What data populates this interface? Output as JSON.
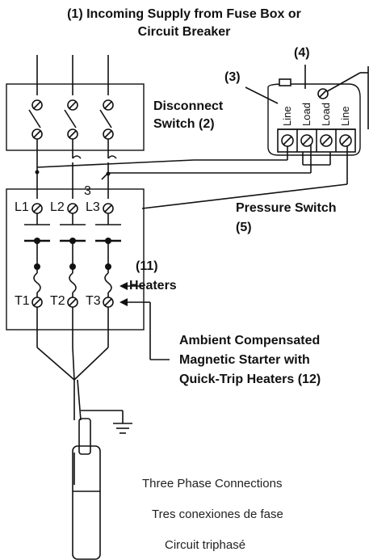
{
  "title": {
    "line1": "(1) Incoming Supply from Fuse Box or",
    "line2": "Circuit Breaker"
  },
  "disconnect": {
    "line1": "Disconnect",
    "line2": "Switch",
    "num": "(2)"
  },
  "pressure_switch": {
    "num_line": "(3)",
    "num_load": "(4)",
    "terminals": [
      "Line",
      "Load",
      "Load",
      "Line"
    ],
    "label": "Pressure Switch",
    "num": "(5)"
  },
  "starter_terminals": {
    "top": [
      "L1",
      "L2",
      "L3"
    ],
    "bottom": [
      "T1",
      "T2",
      "T3"
    ],
    "wire_mark": "3"
  },
  "heaters": {
    "num": "(11)",
    "label": "Heaters"
  },
  "starter_label": {
    "line1": "Ambient Compensated",
    "line2": "Magnetic Starter with",
    "line3": "Quick-Trip Heaters (12)"
  },
  "captions": [
    "Three Phase Connections",
    "Tres conexiones de fase",
    "Circuit triphasé"
  ]
}
